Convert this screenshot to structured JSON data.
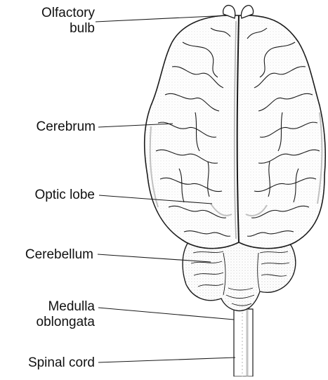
{
  "labels": {
    "olfactory_line1": "Olfactory",
    "olfactory_line2": "bulb",
    "cerebrum": "Cerebrum",
    "optic_lobe": "Optic lobe",
    "cerebellum": "Cerebellum",
    "medulla_line1": "Medulla",
    "medulla_line2": "oblongata",
    "spinal_cord": "Spinal cord"
  },
  "colors": {
    "ink": "#1a1a1a",
    "paper": "#ffffff",
    "shade": "#9a9a9a"
  }
}
